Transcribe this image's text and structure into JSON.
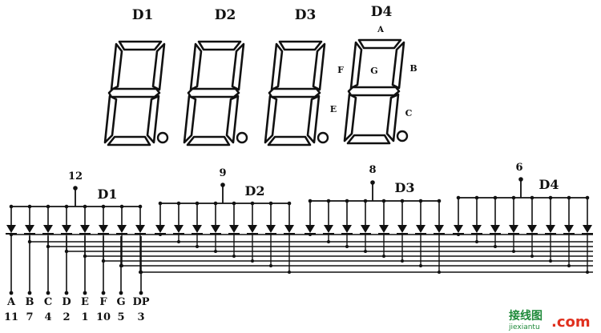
{
  "display": {
    "digits": [
      "D1",
      "D2",
      "D3",
      "D4"
    ],
    "segment_labels": {
      "a": "A",
      "b": "B",
      "c": "C",
      "e": "E",
      "f": "F",
      "g": "G"
    }
  },
  "circuit": {
    "groups": [
      {
        "name": "D1",
        "common_pin": "12"
      },
      {
        "name": "D2",
        "common_pin": "9"
      },
      {
        "name": "D3",
        "common_pin": "8"
      },
      {
        "name": "D4",
        "common_pin": "6"
      }
    ],
    "outputs": [
      {
        "name": "A",
        "pin": "11"
      },
      {
        "name": "B",
        "pin": "7"
      },
      {
        "name": "C",
        "pin": "4"
      },
      {
        "name": "D",
        "pin": "2"
      },
      {
        "name": "E",
        "pin": "1"
      },
      {
        "name": "F",
        "pin": "10"
      },
      {
        "name": "G",
        "pin": "5"
      },
      {
        "name": "DP",
        "pin": "3"
      }
    ]
  },
  "watermark": {
    "brand": "接线图",
    "suffix": ".com",
    "domain": "jiexiantu"
  },
  "colors": {
    "ink": "#111111",
    "brand": "#1f8a3a",
    "accent": "#e0301e"
  }
}
